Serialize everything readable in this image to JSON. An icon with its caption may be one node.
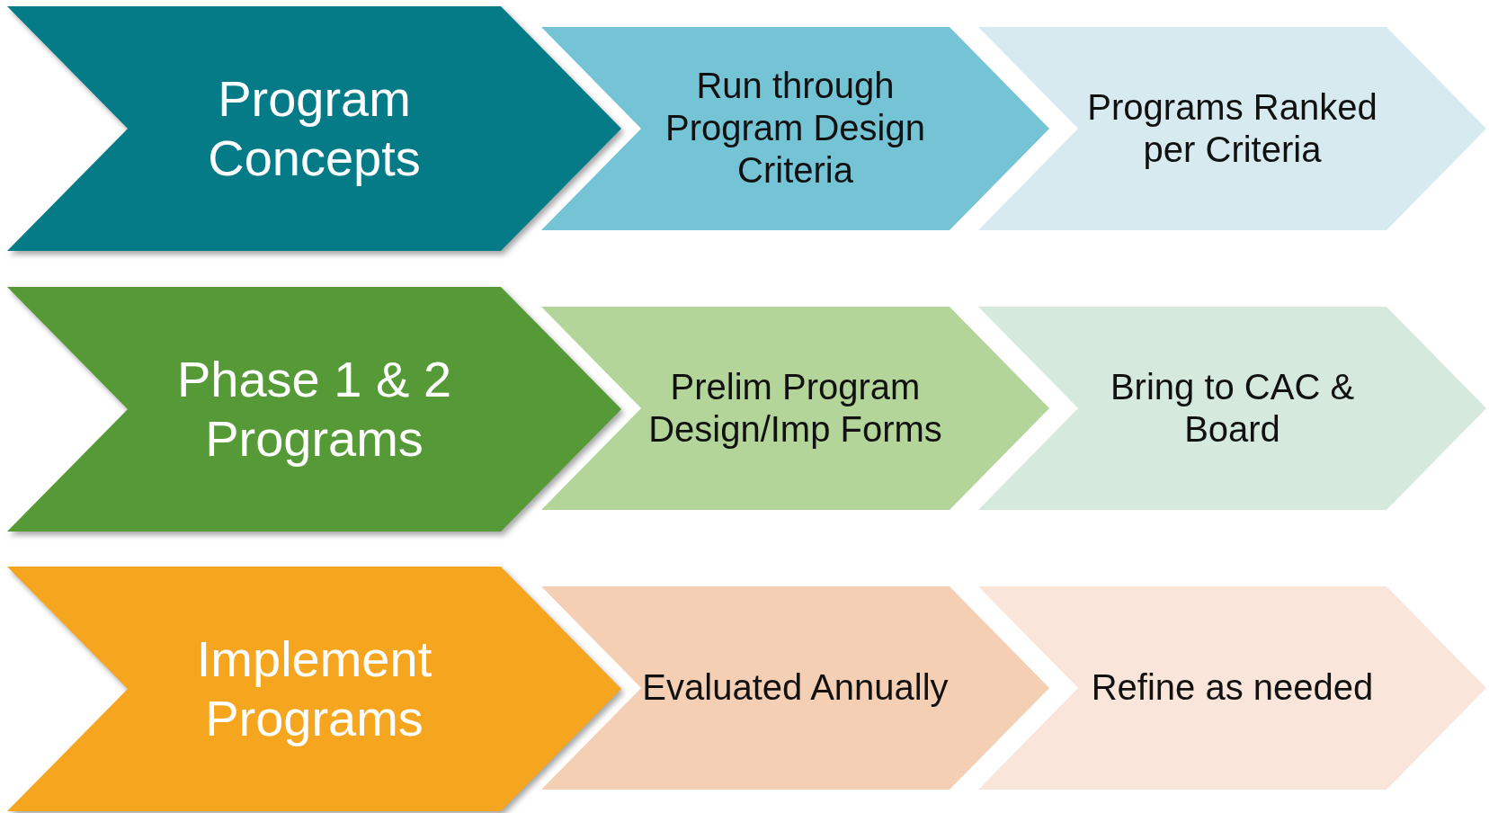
{
  "diagram": {
    "nodes": [
      {
        "text": [
          "Program Concepts"
        ]
      },
      {
        "text": [
          "Run through Program Design Criteria"
        ]
      },
      {
        "text": [
          "Programs Ranked per Criteria"
        ]
      },
      {
        "text": [
          "Phase 1 & 2 Programs"
        ]
      },
      {
        "text": [
          "Prelim Program Design/Imp Forms"
        ]
      },
      {
        "text": [
          "Bring to CAC & Board"
        ]
      },
      {
        "text": [
          "Implement Programs"
        ]
      },
      {
        "text": [
          "Evaluated Annually"
        ]
      },
      {
        "text": [
          "Refine as needed"
        ]
      }
    ]
  }
}
